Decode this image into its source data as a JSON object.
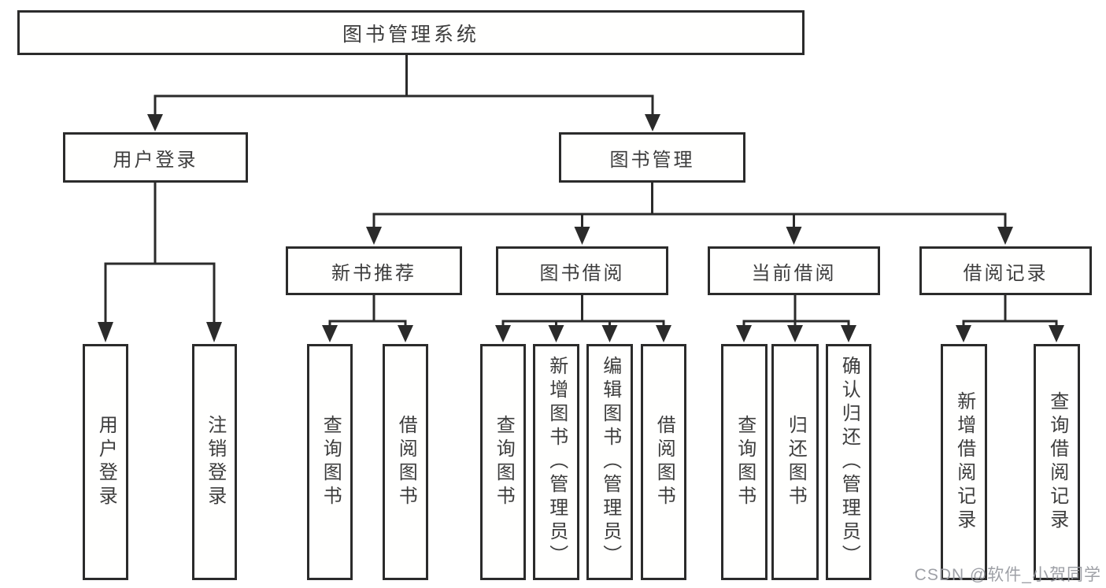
{
  "diagram": {
    "root": {
      "label": "图书管理系统"
    },
    "branches": [
      {
        "label": "用户登录",
        "children": [
          {
            "label": "用户登录"
          },
          {
            "label": "注销登录"
          }
        ]
      },
      {
        "label": "图书管理",
        "children": [
          {
            "label": "新书推荐",
            "children": [
              {
                "label": "查询图书"
              },
              {
                "label": "借阅图书"
              }
            ]
          },
          {
            "label": "图书借阅",
            "children": [
              {
                "label": "查询图书"
              },
              {
                "label": "新增图书（管理员）"
              },
              {
                "label": "编辑图书（管理员）"
              },
              {
                "label": "借阅图书"
              }
            ]
          },
          {
            "label": "当前借阅",
            "children": [
              {
                "label": "查询图书"
              },
              {
                "label": "归还图书"
              },
              {
                "label": "确认归还（管理员）"
              }
            ]
          },
          {
            "label": "借阅记录",
            "children": [
              {
                "label": "新增借阅记录"
              },
              {
                "label": "查询借阅记录"
              }
            ]
          }
        ]
      }
    ]
  },
  "watermark": {
    "text": "CSDN @软件_小贺同学"
  },
  "colors": {
    "line": "#2b2b2b",
    "text": "#3d3d3d",
    "background": "#ffffff",
    "watermark": "#96989e"
  }
}
